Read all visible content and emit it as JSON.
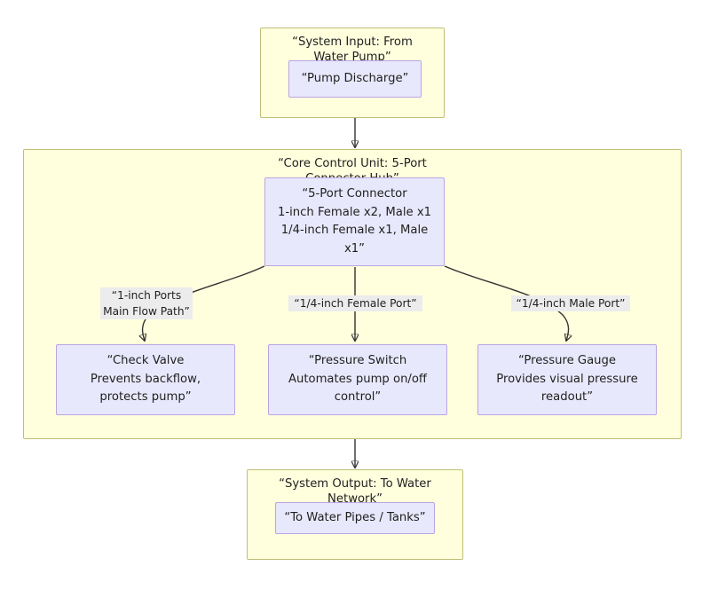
{
  "diagram": {
    "type": "flowchart",
    "direction": "top-down",
    "title_visible": false,
    "colors": {
      "cluster_fill": "#ffffde",
      "cluster_border": "#bfbf77",
      "node_fill": "#e8e8fc",
      "node_border": "#b9a5e3",
      "edge_stroke": "#333333",
      "edge_label_bg": "#ececec",
      "text": "#1f1f1f",
      "page_bg": "#ffffff"
    }
  },
  "clusters": {
    "input": {
      "title": "“System Input: From\nWater Pump”",
      "title_line1": "“System Input: From",
      "title_line2": "Water Pump”",
      "title_clipped": true
    },
    "core": {
      "title": "“Core Control Unit: 5-Port\nConnector Hub”",
      "title_line1": "“Core Control Unit: 5-Port",
      "title_line2": "Connector Hub”",
      "title_clipped": true
    },
    "output": {
      "title": "“System Output: To Water\nNetwork”",
      "title_line1": "“System Output: To Water",
      "title_line2": "Network”",
      "title_clipped": true
    }
  },
  "nodes": {
    "pump_discharge": {
      "label": "“Pump Discharge”"
    },
    "connector_hub": {
      "label": "“5-Port Connector\n1-inch Female x2, Male x1\n1/4-inch Female x1, Male\nx1”"
    },
    "check_valve": {
      "label": "“Check Valve\nPrevents backflow,\nprotects pump”"
    },
    "pressure_switch": {
      "label": "“Pressure Switch\nAutomates pump on/off\ncontrol”"
    },
    "pressure_gauge": {
      "label": "“Pressure Gauge\nProvides visual pressure\nreadout”"
    },
    "water_output": {
      "label": "“To Water Pipes / Tanks”"
    }
  },
  "edge_labels": {
    "one_inch_ports": "“1-inch Ports\nMain Flow Path”",
    "quarter_female": "“1/4-inch Female Port”",
    "quarter_male": "“1/4-inch Male Port”"
  },
  "edges": [
    {
      "from": "pump_discharge",
      "to": "connector_hub",
      "label": ""
    },
    {
      "from": "connector_hub",
      "to": "check_valve",
      "label": "“1-inch Ports Main Flow Path”"
    },
    {
      "from": "connector_hub",
      "to": "pressure_switch",
      "label": "“1/4-inch Female Port”"
    },
    {
      "from": "connector_hub",
      "to": "pressure_gauge",
      "label": "“1/4-inch Male Port”"
    },
    {
      "from": "core_cluster",
      "to": "water_output",
      "label": ""
    }
  ]
}
